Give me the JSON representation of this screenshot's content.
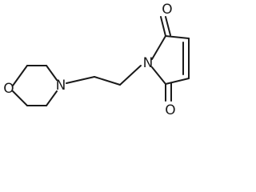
{
  "molecule": {
    "atoms": {
      "morpholine_o": "O",
      "morpholine_n": "N",
      "imide_n": "N",
      "carbonyl_o_top": "O",
      "carbonyl_o_bottom": "O"
    }
  },
  "colors": {
    "bond": "#1a1a1a",
    "background": "#ffffff"
  }
}
